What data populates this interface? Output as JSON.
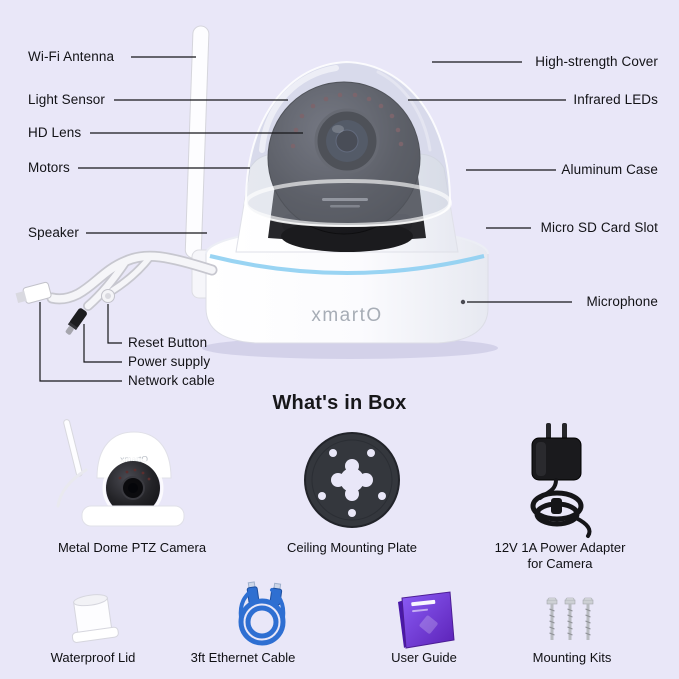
{
  "page_bg": "#e9e7f8",
  "colors": {
    "accent_blue_ring": "#8ecff2",
    "ethernet_blue": "#2e6fd2",
    "guide_purple": "#6d28d9",
    "callout_line": "#17171a"
  },
  "diagram": {
    "camera_logo": "xmartO",
    "left_labels": [
      "Wi-Fi Antenna",
      "Light Sensor",
      "HD Lens",
      "Motors",
      "Speaker"
    ],
    "bottom_left_labels": [
      "Reset Button",
      "Power supply",
      "Network cable"
    ],
    "right_labels": [
      "High-strength Cover",
      "Infrared LEDs",
      "Aluminum Case",
      "Micro SD Card Slot",
      "Microphone"
    ]
  },
  "box": {
    "title": "What's in Box",
    "items": [
      {
        "caption": "Metal Dome PTZ Camera"
      },
      {
        "caption": "Ceiling Mounting Plate"
      },
      {
        "caption": "12V 1A Power Adapter",
        "caption_line2": "for Camera"
      },
      {
        "caption": "Waterproof Lid"
      },
      {
        "caption": "3ft Ethernet Cable"
      },
      {
        "caption": "User Guide"
      },
      {
        "caption": "Mounting Kits"
      }
    ]
  }
}
